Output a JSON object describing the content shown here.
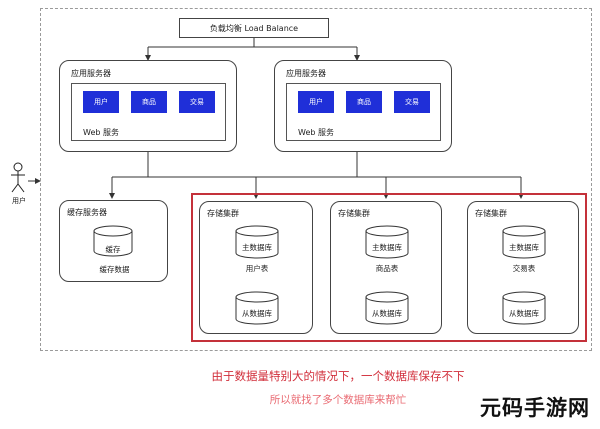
{
  "load_balancer": "负载均衡 Load Balance",
  "user": "用户",
  "app_servers": [
    {
      "title": "应用服务器",
      "modules": [
        "用户",
        "商品",
        "交易"
      ],
      "web": "Web 服务"
    },
    {
      "title": "应用服务器",
      "modules": [
        "用户",
        "商品",
        "交易"
      ],
      "web": "Web 服务"
    }
  ],
  "cache_server": {
    "title": "缓存服务器",
    "db": "缓存",
    "label": "缓存数据"
  },
  "clusters": [
    {
      "title": "存储集群",
      "master": "主数据库",
      "table": "用户表",
      "slave": "从数据库"
    },
    {
      "title": "存储集群",
      "master": "主数据库",
      "table": "商品表",
      "slave": "从数据库"
    },
    {
      "title": "存储集群",
      "master": "主数据库",
      "table": "交易表",
      "slave": "从数据库"
    }
  ],
  "caption": {
    "line1": "由于数据量特别大的情况下，一个数据库保存不下",
    "line2": "所以就找了多个数据库来帮忙"
  },
  "watermark": "元码手游网",
  "colors": {
    "module_blue": "#1f2fd8",
    "highlight_red": "#c4313a",
    "caption_red": "#d12e3a"
  }
}
